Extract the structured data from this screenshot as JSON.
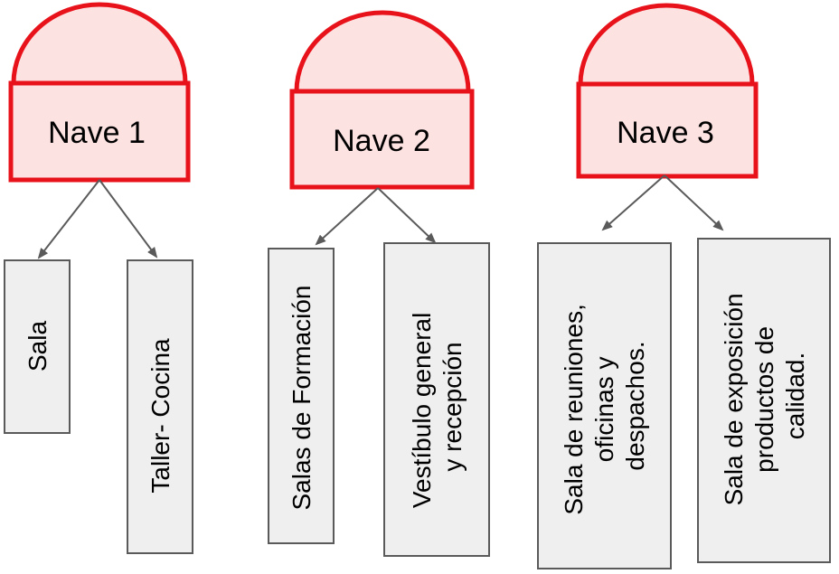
{
  "colors": {
    "nave_stroke": "#e8121b",
    "nave_fill": "#fde2e2",
    "room_stroke": "#5a5a5a",
    "room_fill": "#efefef",
    "arrow": "#5a5a5a"
  },
  "naves": [
    {
      "label": "Nave 1",
      "rooms": [
        {
          "lines": [
            "Sala"
          ]
        },
        {
          "lines": [
            "Taller- Cocina"
          ]
        }
      ]
    },
    {
      "label": "Nave 2",
      "rooms": [
        {
          "lines": [
            "Salas de Formación"
          ]
        },
        {
          "lines": [
            "Vestíbulo general",
            "y recepción"
          ]
        }
      ]
    },
    {
      "label": "Nave 3",
      "rooms": [
        {
          "lines": [
            "Sala de reuniones,",
            "oficinas y",
            "despachos."
          ]
        },
        {
          "lines": [
            "Sala de exposición",
            "productos de",
            "calidad."
          ]
        }
      ]
    }
  ]
}
